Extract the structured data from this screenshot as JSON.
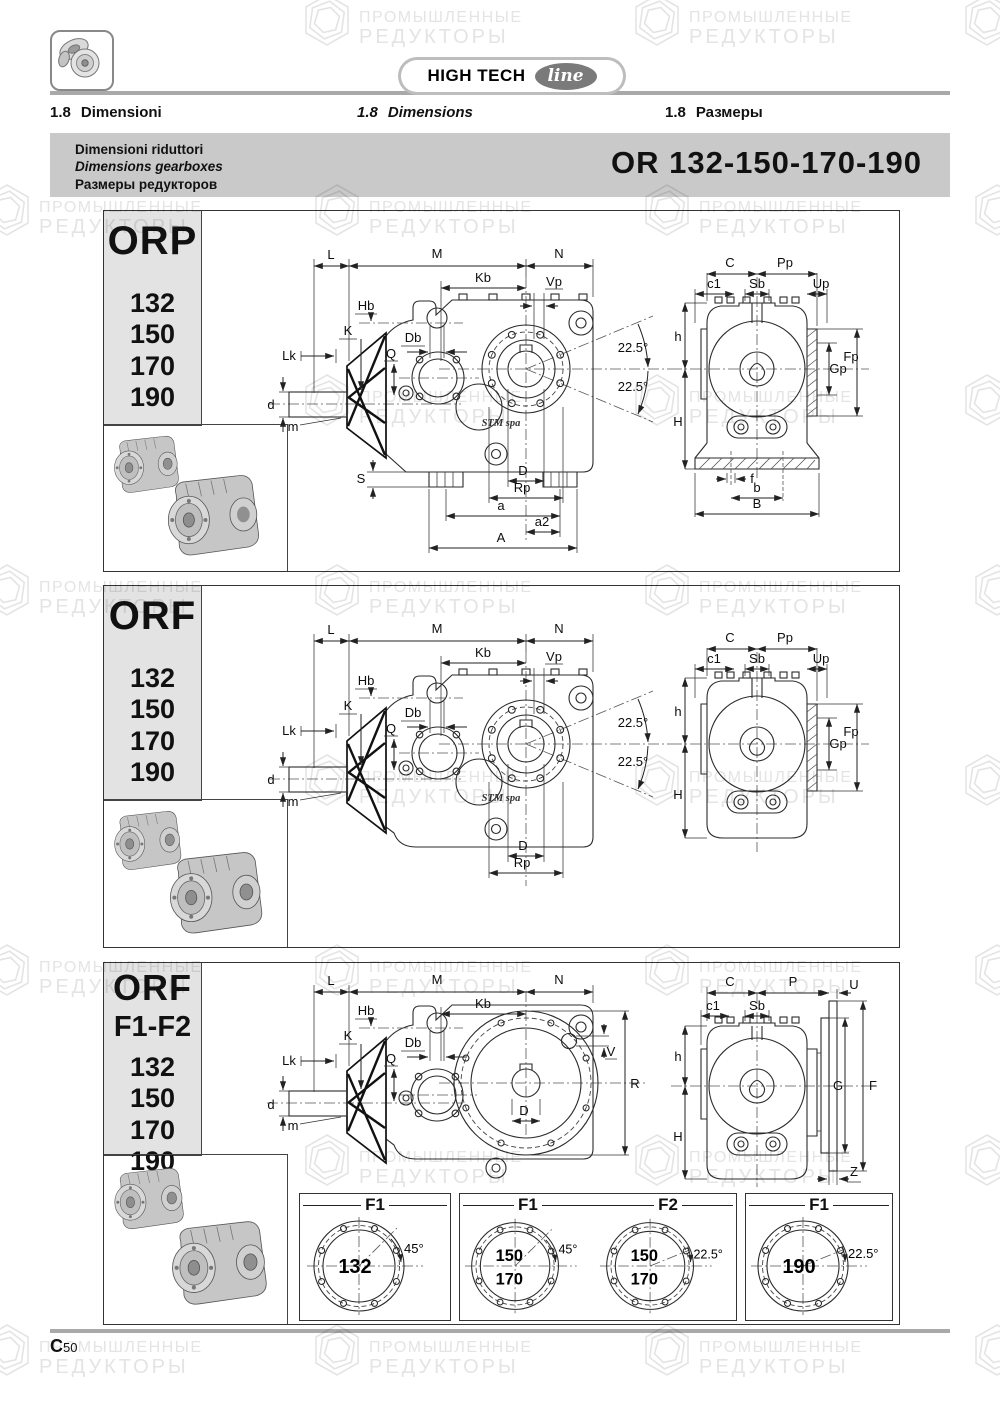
{
  "watermark": {
    "line1": "ПРОМЫШЛЕННЫЕ",
    "line2": "РЕДУКТОРЫ"
  },
  "header": {
    "badge": {
      "text": "HIGH TECH",
      "script": "line"
    },
    "sections": {
      "it": {
        "num": "1.8",
        "label": "Dimensioni"
      },
      "en": {
        "num": "1.8",
        "label": "Dimensions"
      },
      "ru": {
        "num": "1.8",
        "label": "Размеры"
      }
    },
    "titlebar": {
      "line1": "Dimensioni riduttori",
      "line2": "Dimensions gearboxes",
      "line3": "Размеры редукторов",
      "model": "OR 132-150-170-190"
    }
  },
  "footer": {
    "page_letter": "C",
    "page_number": "50"
  },
  "panels": {
    "orp": {
      "title": "ORP",
      "sizes": [
        "132",
        "150",
        "170",
        "190"
      ],
      "brand": "STM spa",
      "side": {
        "L": "L",
        "M": "M",
        "N": "N",
        "Kb": "Kb",
        "Vp": "Vp",
        "Hb": "Hb",
        "K": "K",
        "Lk": "Lk",
        "Q": "Q",
        "Db": "Db",
        "d": "d",
        "m": "m",
        "S": "S",
        "D": "D",
        "Rp": "Rp",
        "a": "a",
        "a2": "a2",
        "A": "A",
        "ang1": "22.5°",
        "ang2": "22.5°"
      },
      "end": {
        "C": "C",
        "Pp": "Pp",
        "c1": "c1",
        "Sb": "Sb",
        "Up": "Up",
        "h": "h",
        "H": "H",
        "Gp": "Gp",
        "Fp": "Fp",
        "f": "f",
        "b": "b",
        "B": "B"
      }
    },
    "orf": {
      "title": "ORF",
      "sizes": [
        "132",
        "150",
        "170",
        "190"
      ],
      "brand": "STM spa",
      "side": {
        "L": "L",
        "M": "M",
        "N": "N",
        "Kb": "Kb",
        "Vp": "Vp",
        "Hb": "Hb",
        "K": "K",
        "Lk": "Lk",
        "Q": "Q",
        "Db": "Db",
        "d": "d",
        "m": "m",
        "D": "D",
        "Rp": "Rp",
        "ang1": "22.5°",
        "ang2": "22.5°"
      },
      "end": {
        "C": "C",
        "Pp": "Pp",
        "c1": "c1",
        "Sb": "Sb",
        "Up": "Up",
        "h": "h",
        "H": "H",
        "Gp": "Gp",
        "Fp": "Fp"
      }
    },
    "orff": {
      "title": "ORF",
      "subtitle": "F1-F2",
      "sizes": [
        "132",
        "150",
        "170",
        "190"
      ],
      "side": {
        "L": "L",
        "M": "M",
        "N": "N",
        "Kb": "Kb",
        "Hb": "Hb",
        "K": "K",
        "Lk": "Lk",
        "Q": "Q",
        "Db": "Db",
        "d": "d",
        "m": "m",
        "D": "D",
        "V": "V",
        "R": "R"
      },
      "end": {
        "C": "C",
        "P": "P",
        "U": "U",
        "c1": "c1",
        "Sb": "Sb",
        "h": "h",
        "H": "H",
        "G": "G",
        "F": "F",
        "Z": "Z"
      },
      "flanges": [
        {
          "title": "F1",
          "size1": "132",
          "size2": "",
          "angle": "45°"
        },
        {
          "title": "F1",
          "size1": "150",
          "size2": "170",
          "angle": "45°"
        },
        {
          "title": "F2",
          "size1": "150",
          "size2": "170",
          "angle": "22.5°"
        },
        {
          "title": "F1",
          "size1": "190",
          "size2": "",
          "angle": "22.5°"
        }
      ]
    }
  }
}
